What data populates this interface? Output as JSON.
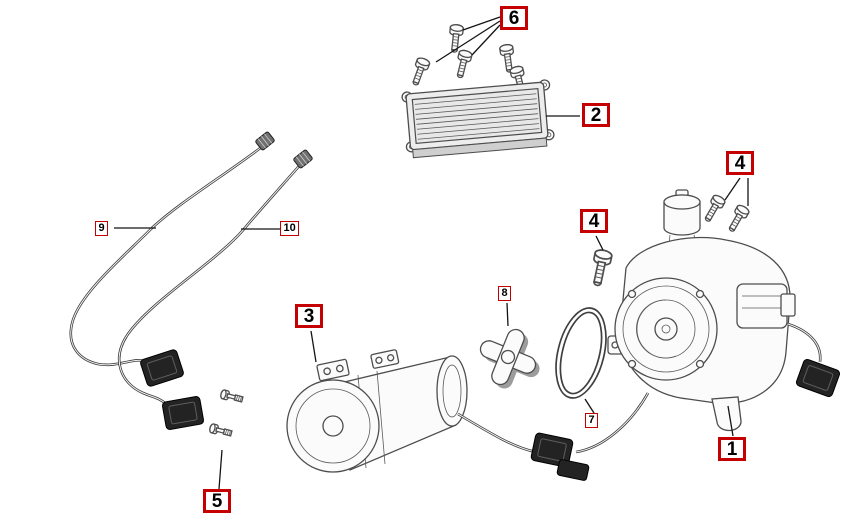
{
  "diagram": {
    "background_color": "#ffffff",
    "label_border_color": "#c40000",
    "label_text_color": "#000000",
    "leader_line_color": "#141414",
    "labels": [
      {
        "id": "callout-6",
        "text": "6"
      },
      {
        "id": "callout-2",
        "text": "2"
      },
      {
        "id": "callout-4-upper",
        "text": "4"
      },
      {
        "id": "callout-4-lower",
        "text": "4"
      },
      {
        "id": "callout-9",
        "text": "9"
      },
      {
        "id": "callout-10",
        "text": "10"
      },
      {
        "id": "callout-8",
        "text": "8"
      },
      {
        "id": "callout-3",
        "text": "3"
      },
      {
        "id": "callout-7",
        "text": "7"
      },
      {
        "id": "callout-1",
        "text": "1"
      },
      {
        "id": "callout-5",
        "text": "5"
      }
    ]
  }
}
